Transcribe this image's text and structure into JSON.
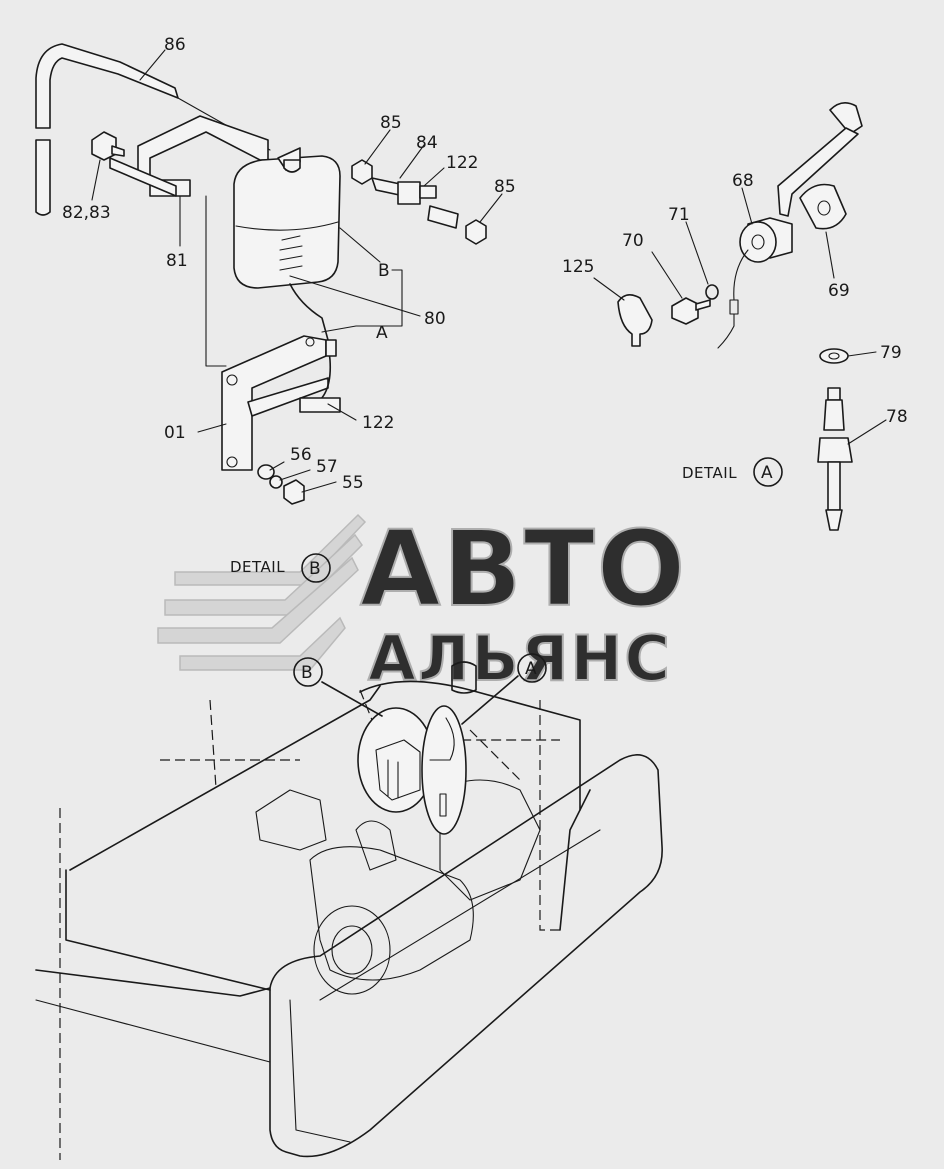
{
  "part_labels": {
    "p86": "86",
    "p82_83": "82,83",
    "p81": "81",
    "p85a": "85",
    "p84": "84",
    "p122a": "122",
    "p85b": "85",
    "pB": "B",
    "p80": "80",
    "pA": "A",
    "p01": "01",
    "p122b": "122",
    "p56": "56",
    "p57": "57",
    "p55": "55",
    "p125": "125",
    "p70": "70",
    "p71": "71",
    "p68": "68",
    "p69": "69",
    "p79": "79",
    "p78": "78"
  },
  "details": {
    "detail_a_text": "DETAIL",
    "detail_a_letter": "A",
    "detail_b_text": "DETAIL",
    "detail_b_letter": "B",
    "callout_b": "B",
    "callout_a": "A"
  },
  "watermark": {
    "line1": "АВТО",
    "line2": "АЛЬЯНС"
  },
  "colors": {
    "background": "#ebebeb",
    "ink": "#1a1a1a",
    "watermark": "#c9c9c9"
  }
}
